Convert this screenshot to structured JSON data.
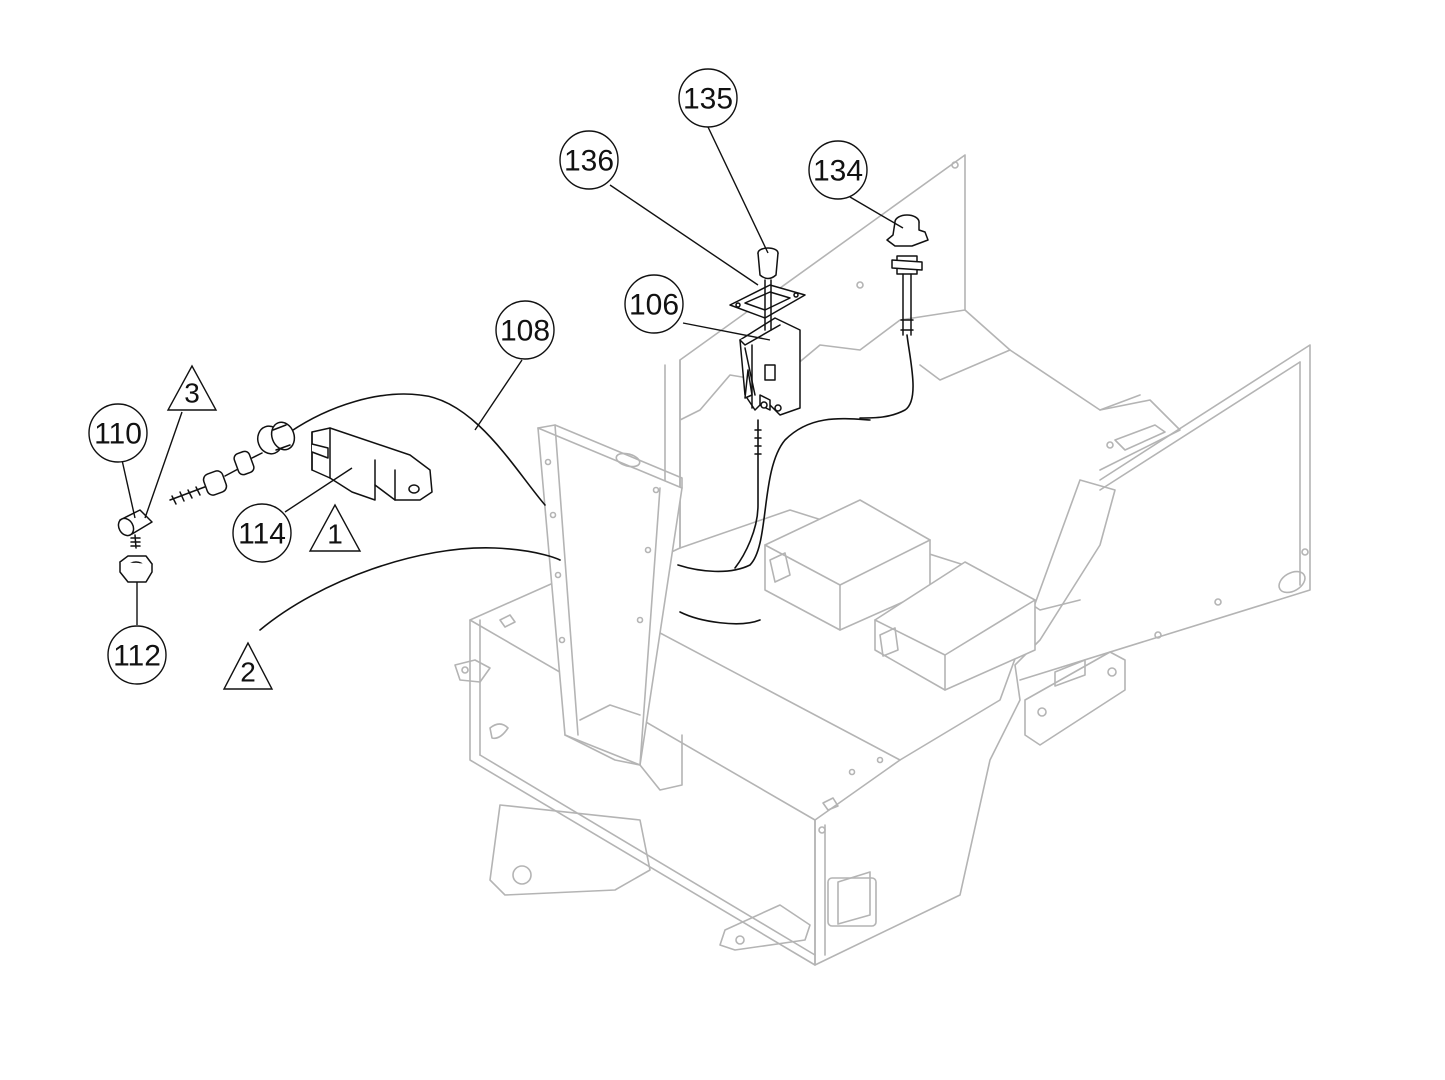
{
  "callouts": {
    "c135": "135",
    "c136": "136",
    "c134": "134",
    "c106": "106",
    "c108": "108",
    "c110": "110",
    "c114": "114",
    "c112": "112"
  },
  "notes": {
    "n1": "1",
    "n2": "2",
    "n3": "3"
  },
  "colors": {
    "frame": "#b4b4b4",
    "parts": "#111111",
    "background": "#ffffff"
  }
}
